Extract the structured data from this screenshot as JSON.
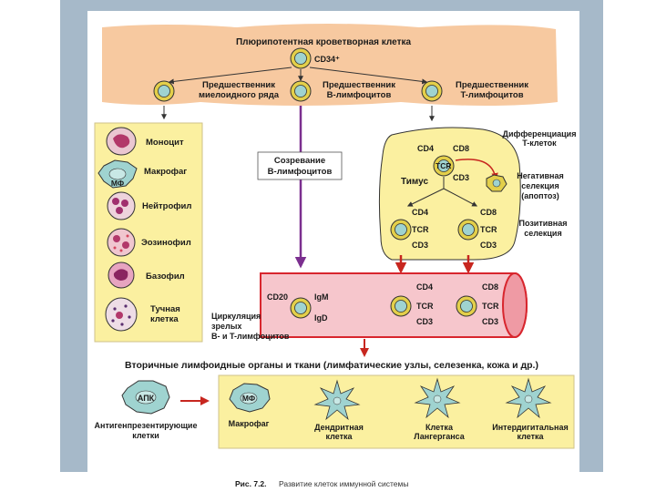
{
  "stem_cell": {
    "title": "Плюрипотентная кроветворная клетка",
    "marker": "CD34⁺"
  },
  "progenitors": {
    "myeloid_line1": "Предшественник",
    "myeloid_line2": "миелоидного ряда",
    "b_line1": "Предшественник",
    "b_line2": "B-лимфоцитов",
    "t_line1": "Предшественник",
    "t_line2": "T-лимфоцитов"
  },
  "myeloid_cells": {
    "monocyte": "Моноцит",
    "macrophage": "Макрофаг",
    "mf_abbr": "МФ",
    "neutrophil": "Нейтрофил",
    "eosinophil": "Эозинофил",
    "basophil": "Базофил",
    "mast_line1": "Тучная",
    "mast_line2": "клетка"
  },
  "b_maturation": {
    "line1": "Созревание",
    "line2": "B-лимфоцитов"
  },
  "thymus": {
    "name": "Тимус",
    "diff_line1": "Дифференциация",
    "diff_line2": "T-клеток",
    "neg_line1": "Негативная",
    "neg_line2": "селекция",
    "neg_line3": "(апоптоз)",
    "pos_line1": "Позитивная",
    "pos_line2": "селекция"
  },
  "markers": {
    "cd4": "CD4",
    "cd8": "CD8",
    "tcr": "TCR",
    "cd3": "CD3",
    "cd20": "CD20",
    "igm": "IgM",
    "igd": "IgD"
  },
  "circulation": {
    "line1": "Циркуляция",
    "line2": "зрелых",
    "line3": "B- и T-лимфоцитов"
  },
  "secondary": {
    "title": "Вторичные лимфоидные органы и ткани (лимфатические узлы, селезенка, кожа и др.)",
    "apc_abbr": "АПК",
    "apc_line1": "Антигенпрезентирующие",
    "apc_line2": "клетки",
    "macrophage": "Макрофаг",
    "mf_abbr": "МФ",
    "dendritic_line1": "Дендритная",
    "dendritic_line2": "клетка",
    "langerhans_line1": "Клетка",
    "langerhans_line2": "Лангерганса",
    "interdigital_line1": "Интердигитальная",
    "interdigital_line2": "клетка"
  },
  "caption": {
    "prefix": "Рис. 7.2.",
    "text": "Развитие клеток иммунной системы"
  },
  "colors": {
    "peach": "#f7c9a0",
    "yellow": "#fbf0a0",
    "vessel": "#f6c6cc",
    "vessel_border": "#d8262e",
    "cell_ring": "#e3cf4a",
    "cell_nucleus": "#9fd3d0",
    "arrow_purple": "#7b2f8f",
    "arrow_red": "#c7261f",
    "frame_blue": "#a6b9c9"
  }
}
